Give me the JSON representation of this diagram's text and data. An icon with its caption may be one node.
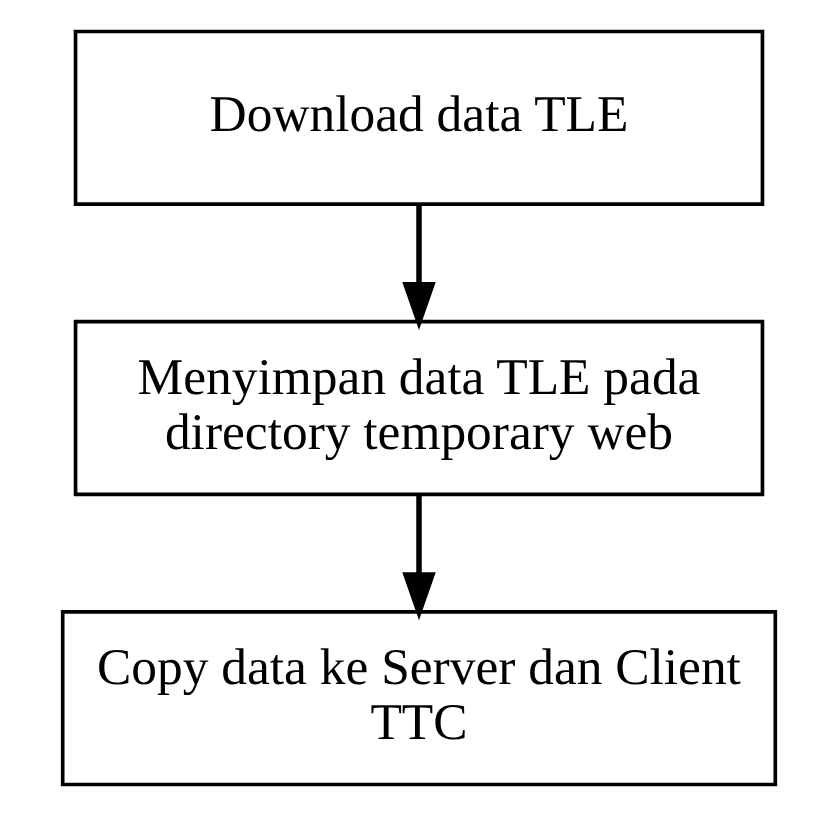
{
  "diagram": {
    "nodes": [
      {
        "text": [
          "Download data TLE"
        ]
      },
      {
        "text": [
          "Menyimpan data TLE pada directory temporary web"
        ]
      },
      {
        "text": [
          "Copy data ke Server dan Client TTC"
        ]
      }
    ],
    "edges": [
      {
        "from": 0,
        "to": 1,
        "arrow": "to"
      },
      {
        "from": 1,
        "to": 2,
        "arrow": "to"
      }
    ]
  }
}
